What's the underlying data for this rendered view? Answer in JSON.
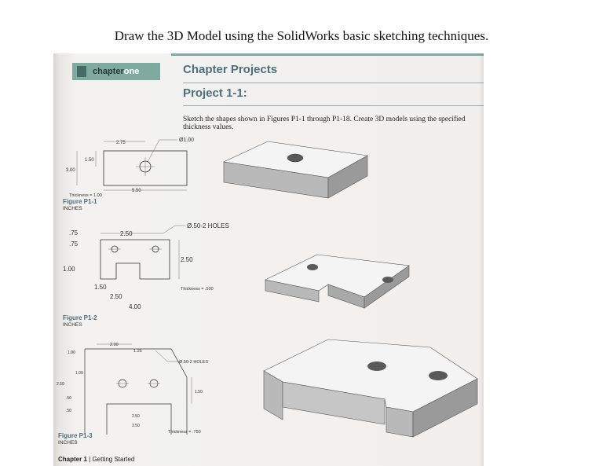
{
  "instruction": "Draw the 3D Model using the SolidWorks basic sketching techniques.",
  "book": {
    "chapter_tab": "chapter",
    "chapter_tab_bold": "one",
    "heading": "Chapter Projects",
    "project_title": "Project 1-1:",
    "intro_text": "Sketch the shapes shown in Figures P1-1 through P1-18. Create 3D models using the specified thickness values.",
    "footer_chapter": "Chapter 1",
    "footer_sep": "|",
    "footer_title": "Getting Started"
  },
  "fig1": {
    "label": "Figure P1-1",
    "units": "INCHES",
    "dim_top": "2.75",
    "dim_left_inner": "1.50",
    "dim_left_outer": "3.00",
    "dim_bottom": "5.50",
    "hole": "Ø1.00",
    "thickness": "Thickness = 1.00"
  },
  "fig2": {
    "label": "Figure P1-2",
    "units": "INCHES",
    "dim_top_left": ".75",
    "dim_top": "2.50",
    "dim_left_a": ".75",
    "dim_left_b": "1.00",
    "dim_bottom_a": "1.50",
    "dim_bottom_b": "2.50",
    "dim_bottom_c": "4.00",
    "dim_right": "2.50",
    "holes": "Ø.50-2 HOLES",
    "thickness": "Thickness = .500"
  },
  "fig3": {
    "label": "Figure P1-3",
    "units": "INCHES",
    "dim_top": "2.00",
    "dim_top_b": "1.25",
    "dim_left_a": "1.00",
    "dim_left_b": "1.00",
    "dim_left_c": "2.50",
    "dim_left_d": ".50",
    "dim_left_e": ".50",
    "dim_bottom_a": "2.50",
    "dim_bottom_b": "3.50",
    "dim_right": "1.50",
    "holes": "Ø.50-2 HOLES",
    "thickness": "Thickness = .750"
  },
  "colors": {
    "accent_teal": "#7faaa0",
    "heading_blue": "#4c6f7c",
    "model_top": "#f4f4f4",
    "model_side": "#b9b9b9",
    "model_front": "#9a9a9a"
  }
}
